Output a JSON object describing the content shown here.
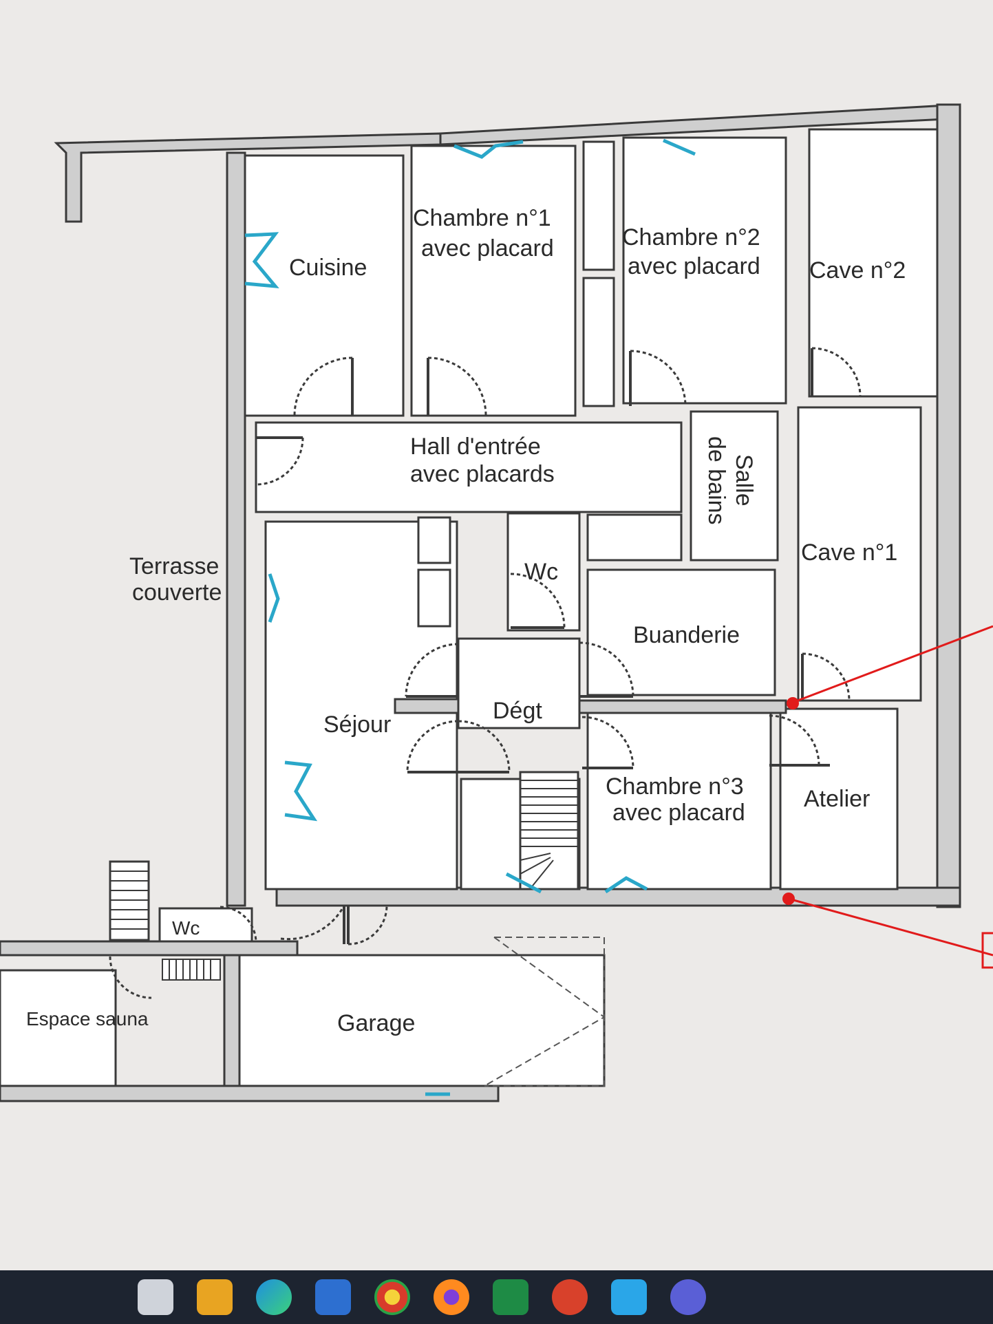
{
  "rooms": {
    "chambre1_line1": "Chambre n°1",
    "chambre1_line2": "avec placard",
    "chambre2_line1": "Chambre n°2",
    "chambre2_line2": "avec placard",
    "cuisine": "Cuisine",
    "cave2": "Cave n°2",
    "hall_line1": "Hall d'entrée",
    "hall_line2": "avec placards",
    "salle_line1": "Salle",
    "salle_line2": "de bains",
    "cave1": "Cave n°1",
    "terrasse_line1": "Terrasse",
    "terrasse_line2": "couverte",
    "wc_upper": "Wc",
    "buanderie": "Buanderie",
    "sejour": "Séjour",
    "degt": "Dégt",
    "chambre3_line1": "Chambre n°3",
    "chambre3_line2": "avec placard",
    "atelier": "Atelier",
    "wc_lower": "Wc",
    "espace_sauna": "Espace sauna",
    "garage": "Garage"
  },
  "colors": {
    "window": "#2aa7c9",
    "annotation": "#e11b1b",
    "wall": "#cfcfcf",
    "taskbar": "#1d2430"
  },
  "taskbar": {
    "icons": [
      "file-explorer-icon",
      "folder-icon",
      "edge-browser-icon",
      "store-icon",
      "chrome-icon",
      "firefox-icon",
      "excel-icon",
      "app-icon",
      "app-icon-2",
      "app-icon-3"
    ]
  }
}
